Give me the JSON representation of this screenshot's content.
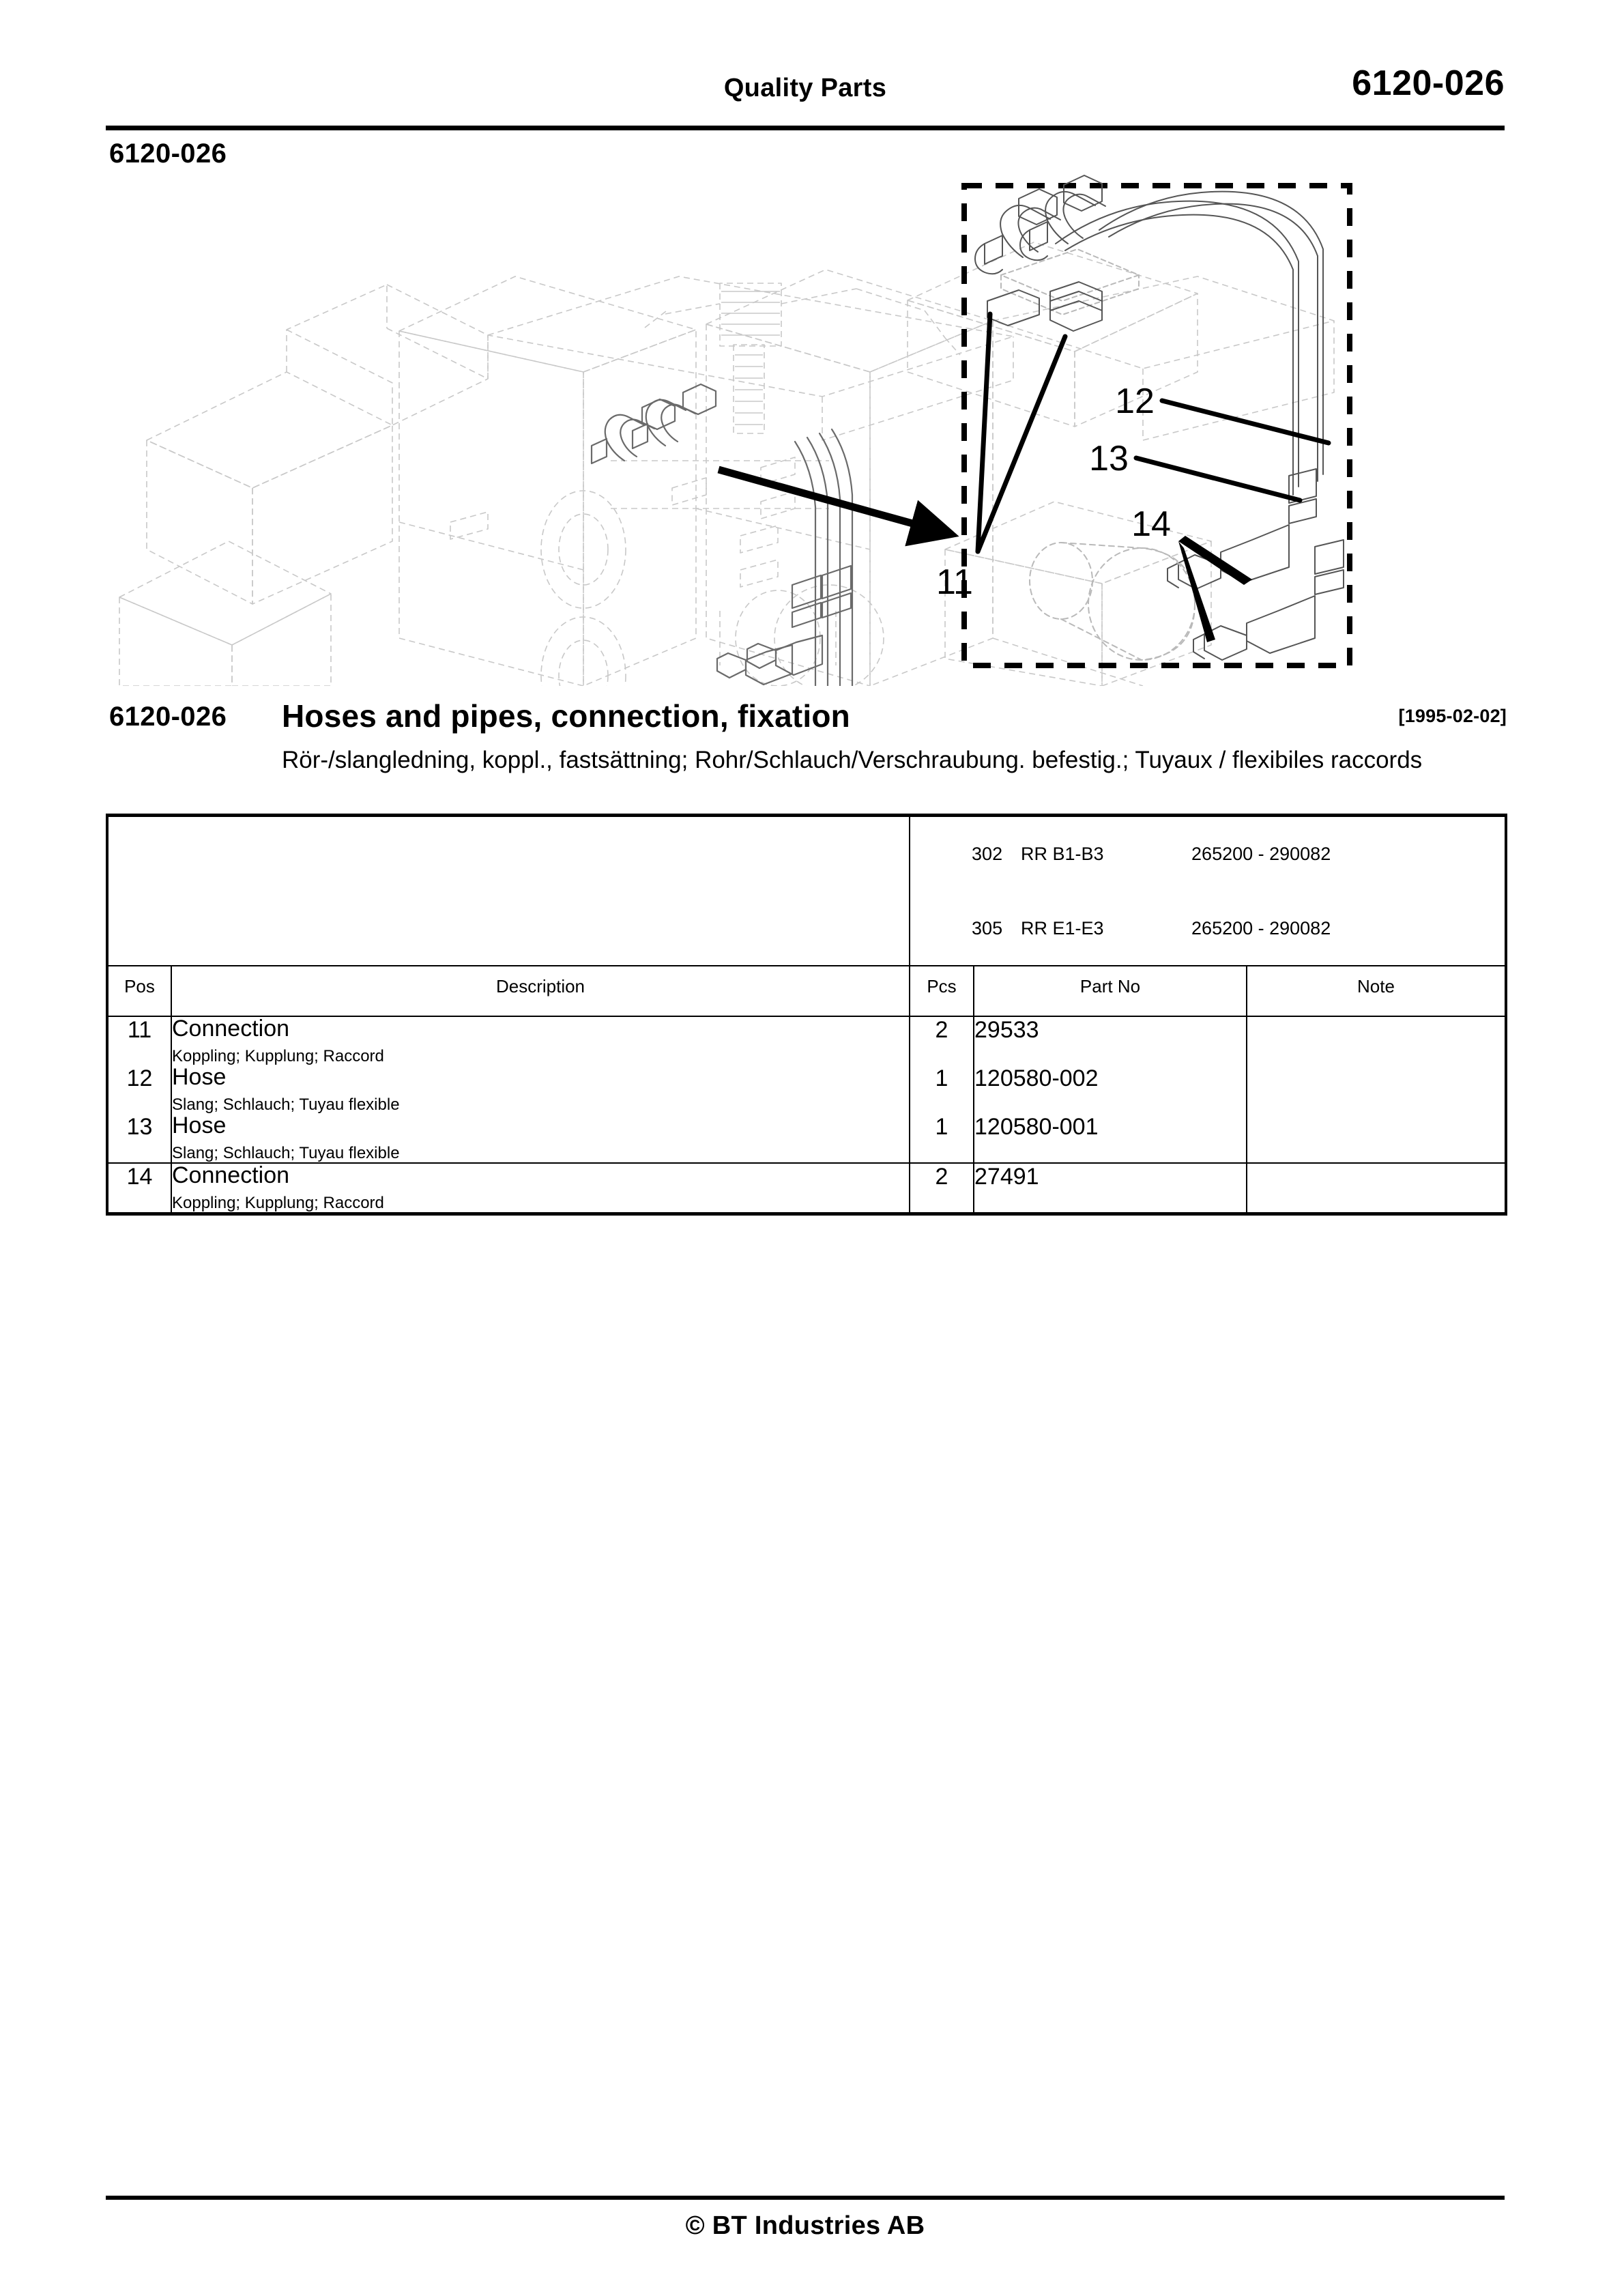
{
  "header": {
    "center_title": "Quality Parts",
    "page_code": "6120-026"
  },
  "section_id_top": "6120-026",
  "figure": {
    "callouts": [
      {
        "label": "11"
      },
      {
        "label": "12"
      },
      {
        "label": "13"
      },
      {
        "label": "14"
      }
    ],
    "detail_box_style": "dashed",
    "pointer_arrow": "arrow from main assembly to detail box"
  },
  "title": {
    "number": "6120-026",
    "name": "Hoses and pipes, connection, fixation",
    "date": "[1995-02-02]",
    "subtitle": "Rör-/slangledning, koppl., fastsättning; Rohr/Schlauch/Verschraubung. befestig.; Tuyaux / flexibiles raccords"
  },
  "table": {
    "variants": [
      {
        "code": "302",
        "model": "RR B1-B3",
        "range": "265200 - 290082"
      },
      {
        "code": "305",
        "model": "RR E1-E3",
        "range": "265200 - 290082"
      }
    ],
    "columns": {
      "pos": "Pos",
      "description": "Description",
      "pcs": "Pcs",
      "part_no": "Part No",
      "note": "Note"
    },
    "rows": [
      {
        "pos": "11",
        "description": "Connection",
        "description_sub": "Koppling; Kupplung; Raccord",
        "pcs": "2",
        "part_no": "29533",
        "note": ""
      },
      {
        "pos": "12",
        "description": "Hose",
        "description_sub": "Slang; Schlauch; Tuyau flexible",
        "pcs": "1",
        "part_no": "120580-002",
        "note": ""
      },
      {
        "pos": "13",
        "description": "Hose",
        "description_sub": "Slang; Schlauch; Tuyau flexible",
        "pcs": "1",
        "part_no": "120580-001",
        "note": ""
      },
      {
        "pos": "14",
        "description": "Connection",
        "description_sub": "Koppling; Kupplung; Raccord",
        "pcs": "2",
        "part_no": "27491",
        "note": ""
      }
    ]
  },
  "footer": {
    "copyright": "© BT Industries AB"
  }
}
